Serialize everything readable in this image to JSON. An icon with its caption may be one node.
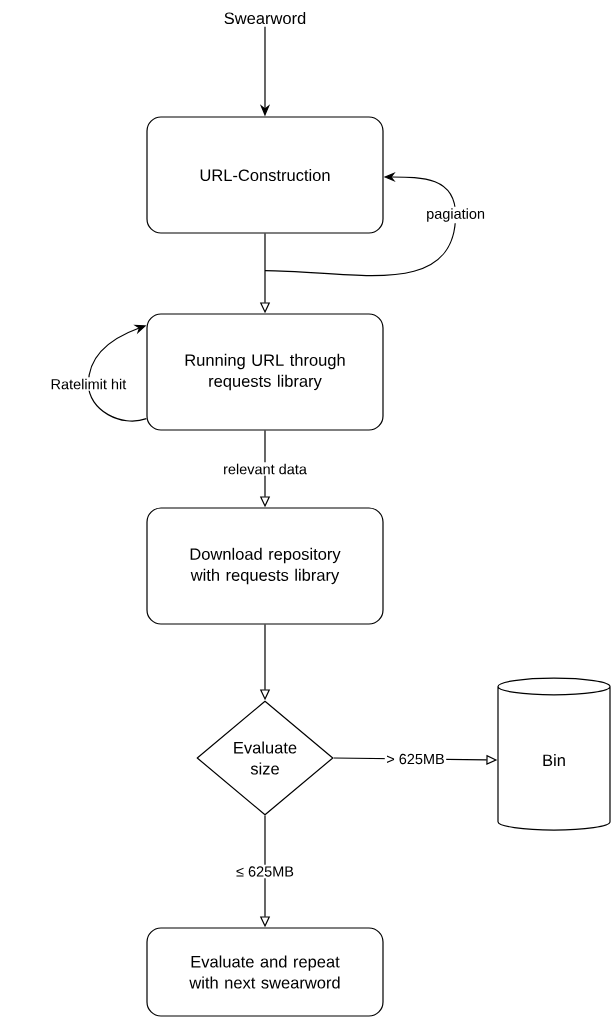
{
  "diagram": {
    "nodes": [
      {
        "text": [
          "Swearword"
        ]
      },
      {
        "text": [
          "URL-Construction"
        ]
      },
      {
        "text": [
          "Running URL through requests library"
        ]
      },
      {
        "text": [
          "Download repository with requests library"
        ]
      },
      {
        "text": [
          "Evaluate size"
        ]
      },
      {
        "text": [
          "Bin"
        ]
      },
      {
        "text": [
          "Evaluate and repeat with next swearword"
        ]
      }
    ],
    "edges": [
      {
        "from": 0,
        "to": 1,
        "arrow": "to"
      },
      {
        "from": 1,
        "to": 2,
        "arrow": "to"
      },
      {
        "from": 1,
        "to": 1,
        "arrow": "to",
        "label": "pagiation"
      },
      {
        "from": 2,
        "to": 2,
        "arrow": "to",
        "label": "Ratelimit hit"
      },
      {
        "from": 2,
        "to": 3,
        "arrow": "to",
        "label": "relevant data"
      },
      {
        "from": 3,
        "to": 4,
        "arrow": "to"
      },
      {
        "from": 4,
        "to": 5,
        "arrow": "to",
        "label": "> 625MB"
      },
      {
        "from": 4,
        "to": 6,
        "arrow": "to",
        "label": "≤ 625MB"
      }
    ]
  }
}
